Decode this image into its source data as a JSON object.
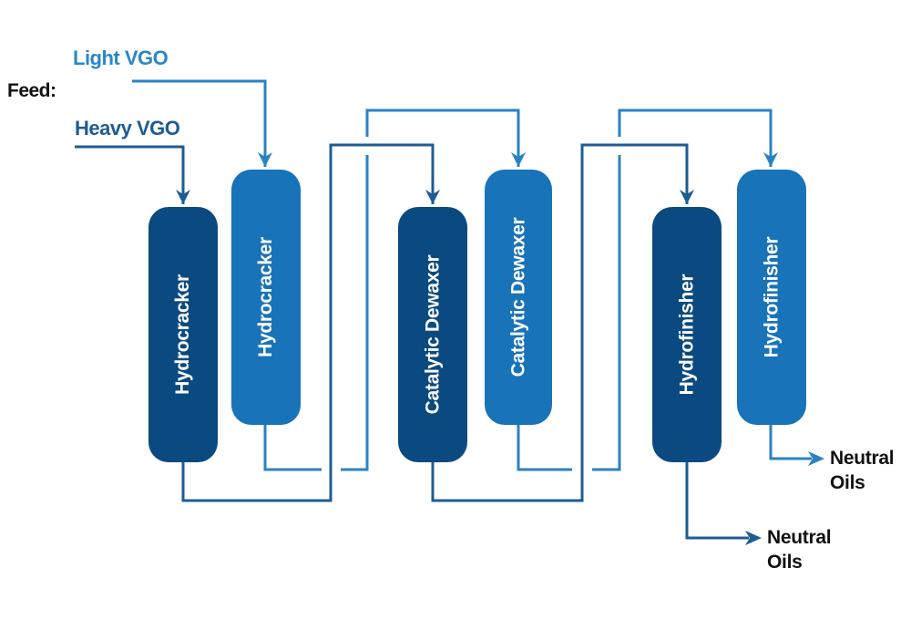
{
  "colors": {
    "dark_vessel": "#0b4a80",
    "light_vessel": "#1873b8",
    "dark_line": "#1d5c93",
    "light_line": "#2a82c4",
    "feed_label": "#111111",
    "light_vgo_label": "#2a86c8",
    "heavy_vgo_label": "#1d5c93",
    "output_label": "#111111"
  },
  "feed": {
    "label": "Feed:",
    "light_vgo": "Light VGO",
    "heavy_vgo": "Heavy VGO"
  },
  "trains": {
    "heavy": {
      "hydrocracker": "Hydrocracker",
      "dewaxer": "Catalytic Dewaxer",
      "hydrofinisher": "Hydrofinisher",
      "output": [
        "Neutral",
        "Oils"
      ]
    },
    "light": {
      "hydrocracker": "Hydrocracker",
      "dewaxer": "Catalytic Dewaxer",
      "hydrofinisher": "Hydrofinisher",
      "output": [
        "Neutral",
        "Oils"
      ]
    }
  }
}
